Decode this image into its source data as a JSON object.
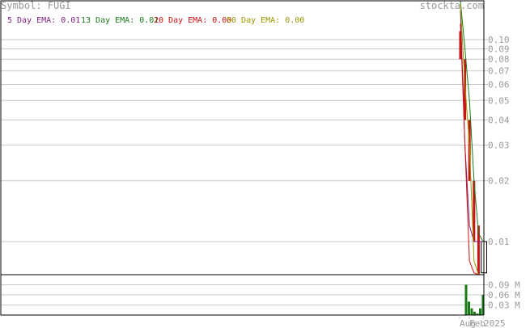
{
  "header": {
    "symbol_label": "Symbol: FUGI",
    "brand": "stockta.com"
  },
  "legend": {
    "items": [
      {
        "text": "5 Day EMA: 0.01",
        "color": "#7a1f7a"
      },
      {
        "text": "13 Day EMA: 0.01",
        "color": "#1a7a1a"
      },
      {
        "text": "20 Day EMA: 0.00",
        "color": "#cc1111"
      },
      {
        "text": "50 Day EMA: 0.00",
        "color": "#999900"
      }
    ]
  },
  "colors": {
    "grid": "#c8c8c8",
    "frame": "#000000",
    "candle_up": "#cc1111",
    "volume": "#1a7a1a",
    "tick_text": "#9a9a9a"
  },
  "chart_data": [
    {
      "type": "line",
      "title": "",
      "y_scale": "log",
      "yticks": [
        "0.10",
        "0.09",
        "0.08",
        "0.07",
        "0.06",
        "0.05",
        "0.04",
        "0.03",
        "0.02",
        "0.01"
      ],
      "ytick_values": [
        0.1,
        0.09,
        0.08,
        0.07,
        0.06,
        0.05,
        0.04,
        0.03,
        0.02,
        0.01
      ],
      "grid": true,
      "series": [
        {
          "name": "5 Day EMA",
          "color": "#7a1f7a",
          "x": [
            0,
            1,
            2,
            3,
            4,
            5
          ],
          "y": [
            0.14,
            0.03,
            0.012,
            0.01,
            0.01,
            0.01
          ]
        },
        {
          "name": "13 Day EMA",
          "color": "#1a7a1a",
          "x": [
            0,
            1,
            2,
            3,
            4,
            5
          ],
          "y": [
            0.16,
            0.09,
            0.05,
            0.02,
            0.011,
            0.01
          ]
        },
        {
          "name": "20 Day EMA",
          "color": "#cc1111",
          "x": [
            0,
            1,
            2,
            3,
            4,
            5
          ],
          "y": [
            0.12,
            0.03,
            0.008,
            0.007,
            0.006,
            0.006
          ]
        },
        {
          "name": "50 Day EMA",
          "color": "#999900",
          "x": [
            0,
            1,
            2,
            3,
            4,
            5
          ],
          "y": [
            0.15,
            0.06,
            0.03,
            0.008,
            0.006,
            0.005
          ]
        }
      ],
      "candles": [
        {
          "x": 0,
          "high": 0.11,
          "low": 0.08
        },
        {
          "x": 1,
          "high": 0.08,
          "low": 0.04
        },
        {
          "x": 2,
          "high": 0.04,
          "low": 0.02
        },
        {
          "x": 3,
          "high": 0.02,
          "low": 0.01
        },
        {
          "x": 4,
          "high": 0.012,
          "low": 0.006
        }
      ],
      "price_box": {
        "x_start": 4.6,
        "x_end": 5.8,
        "low": 0.007,
        "high": 0.01
      }
    },
    {
      "type": "bar",
      "title": "",
      "yticks": [
        "0.09 M",
        "0.06 M",
        "0.03 M"
      ],
      "ytick_values": [
        0.09,
        0.06,
        0.03
      ],
      "ylim": [
        0,
        0.12
      ],
      "values": [
        0.09,
        0.04,
        0.02,
        0.01,
        0.005,
        0.02,
        0.06
      ],
      "xticks": [
        "Aug",
        "Feb",
        "2025"
      ],
      "grid": true
    }
  ]
}
